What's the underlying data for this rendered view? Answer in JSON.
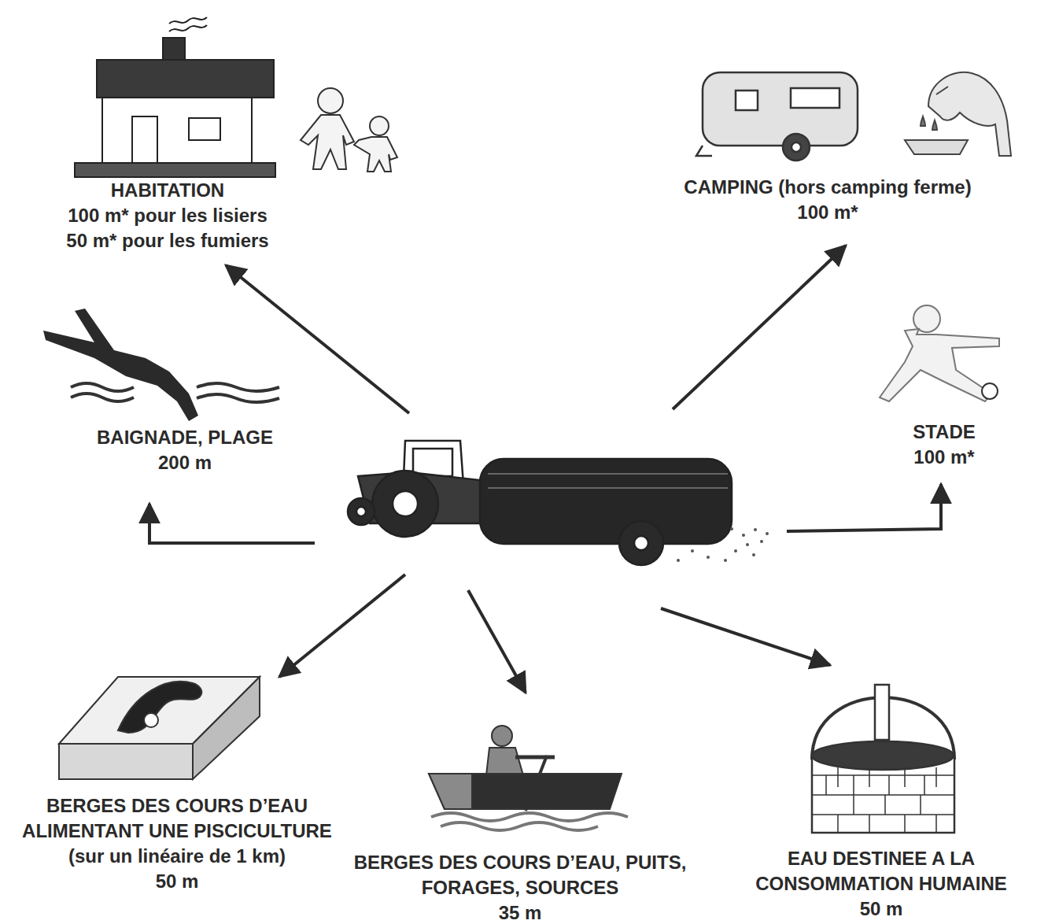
{
  "diagram": {
    "nodes": [
      {
        "text": [
          "HABITATION",
          "100 m* pour les lisiers",
          "50 m* pour les fumiers"
        ]
      },
      {
        "text": [
          "CAMPING (hors camping ferme)",
          "100 m*"
        ]
      },
      {
        "text": [
          "BAIGNADE, PLAGE",
          "200 m"
        ]
      },
      {
        "text": [
          "STADE",
          "100 m*"
        ]
      },
      {
        "text": [
          "BERGES DES COURS D’EAU ALIMENTANT UNE PISCICULTURE",
          "(sur un linéaire de 1 km)",
          "50 m"
        ]
      },
      {
        "text": [
          "BERGES DES COURS D’EAU, PUITS, FORAGES, SOURCES",
          "35 m"
        ]
      },
      {
        "text": [
          "EAU DESTINEE A LA CONSOMMATION HUMAINE",
          "50 m"
        ]
      }
    ]
  }
}
